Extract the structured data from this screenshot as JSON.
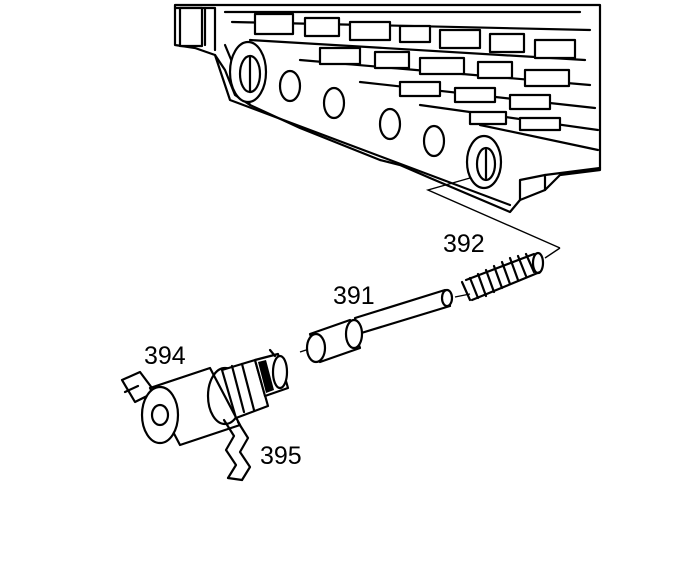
{
  "callouts": {
    "valve_body": "",
    "spring": "392",
    "valve": "391",
    "solenoid": "394",
    "retainer": "395"
  },
  "colors": {
    "line": "#000000",
    "background": "#ffffff"
  }
}
